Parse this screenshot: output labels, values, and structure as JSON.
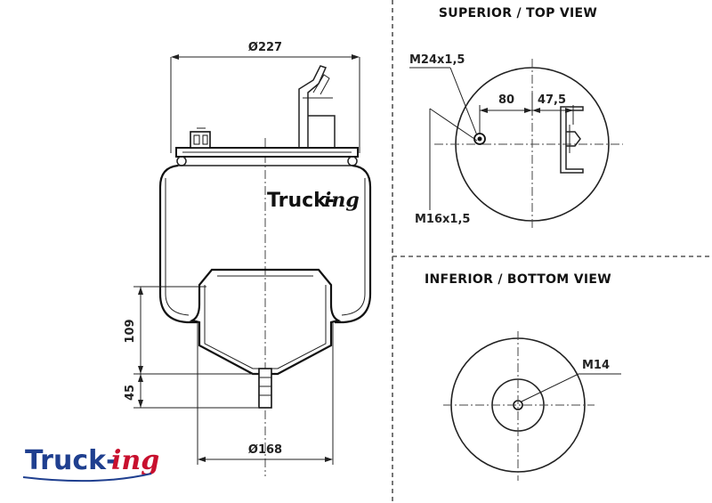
{
  "side_view": {
    "dim_top_diameter": "Ø227",
    "dim_bottom_diameter": "Ø168",
    "dim_height_109": "109",
    "dim_height_45": "45",
    "body_logo_main": "Truck-",
    "body_logo_suffix": "ing"
  },
  "top_view": {
    "header": "SUPERIOR / TOP VIEW",
    "label_m24": "M24x1,5",
    "label_m16": "M16x1,5",
    "dim_80": "80",
    "dim_47_5": "47,5"
  },
  "bottom_view": {
    "header": "INFERIOR / BOTTOM VIEW",
    "label_m14": "M14"
  },
  "logo": {
    "main": "Truck-",
    "suffix": "ing",
    "main_color": "#1f3f8f",
    "suffix_color": "#c8102e"
  }
}
